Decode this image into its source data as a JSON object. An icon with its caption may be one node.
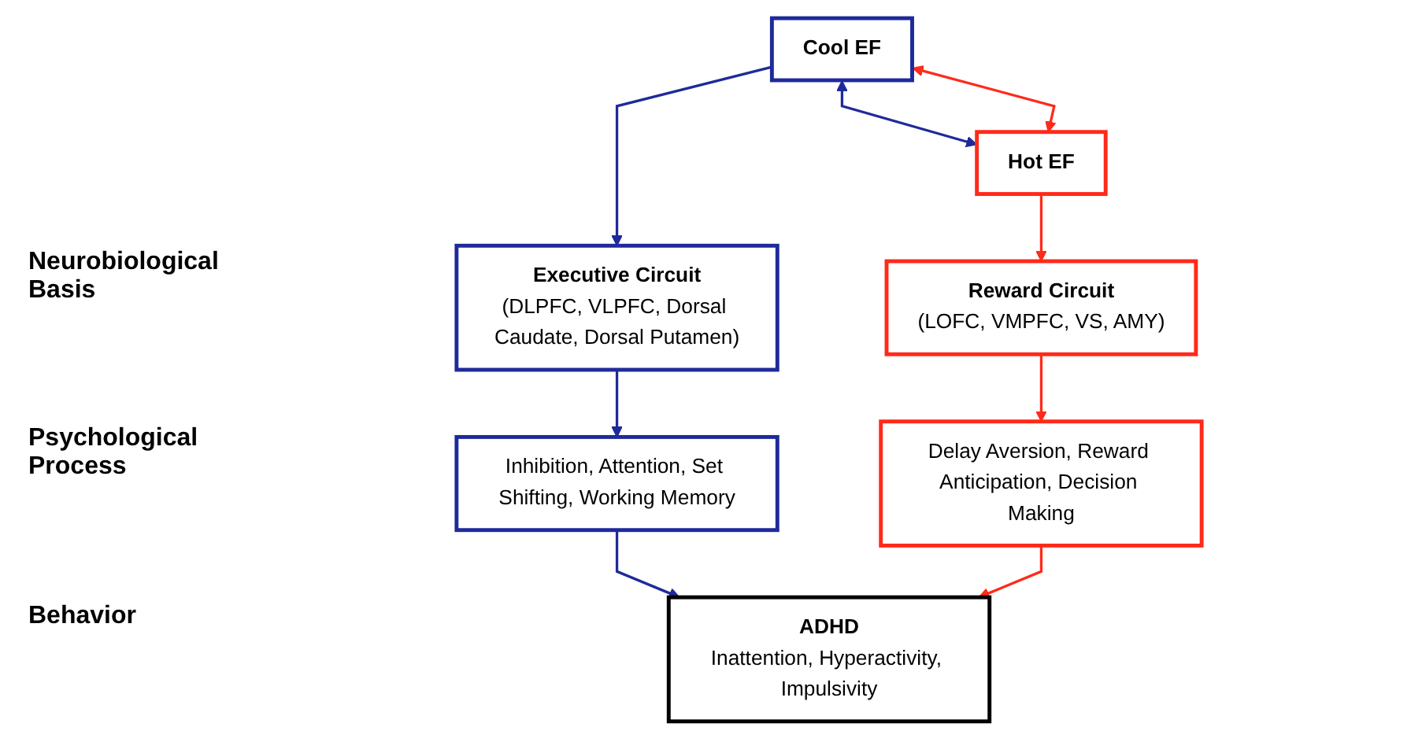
{
  "diagram": {
    "nodes": [
      {
        "text": [
          "Cool EF"
        ]
      },
      {
        "text": [
          "Hot EF"
        ]
      },
      {
        "text": [
          "Executive Circuit",
          "(DLPFC, VLPFC, Dorsal Caudate, Dorsal Putamen)"
        ]
      },
      {
        "text": [
          "Reward Circuit",
          "(LOFC, VMPFC, VS, AMY)"
        ]
      },
      {
        "text": [
          "Inhibition, Attention, Set Shifting, Working Memory"
        ]
      },
      {
        "text": [
          "Delay Aversion, Reward Anticipation, Decision Making"
        ]
      },
      {
        "text": [
          "ADHD",
          "Inattention, Hyperactivity, Impulsivity"
        ]
      }
    ],
    "edges": [
      {
        "from": 0,
        "to": 1,
        "arrow": "both",
        "color": "#1f2a9a"
      },
      {
        "from": 0,
        "to": 1,
        "arrow": "both",
        "color": "#ff2a1a"
      },
      {
        "from": 0,
        "to": 2,
        "arrow": "to",
        "color": "#1f2a9a"
      },
      {
        "from": 1,
        "to": 3,
        "arrow": "to",
        "color": "#ff2a1a"
      },
      {
        "from": 2,
        "to": 4,
        "arrow": "to",
        "color": "#1f2a9a"
      },
      {
        "from": 3,
        "to": 5,
        "arrow": "to",
        "color": "#ff2a1a"
      },
      {
        "from": 4,
        "to": 6,
        "arrow": "to",
        "color": "#1f2a9a"
      },
      {
        "from": 5,
        "to": 6,
        "arrow": "to",
        "color": "#ff2a1a"
      }
    ],
    "labels": [
      "Neurobiological Basis",
      "Psychological Process",
      "Behavior"
    ]
  }
}
